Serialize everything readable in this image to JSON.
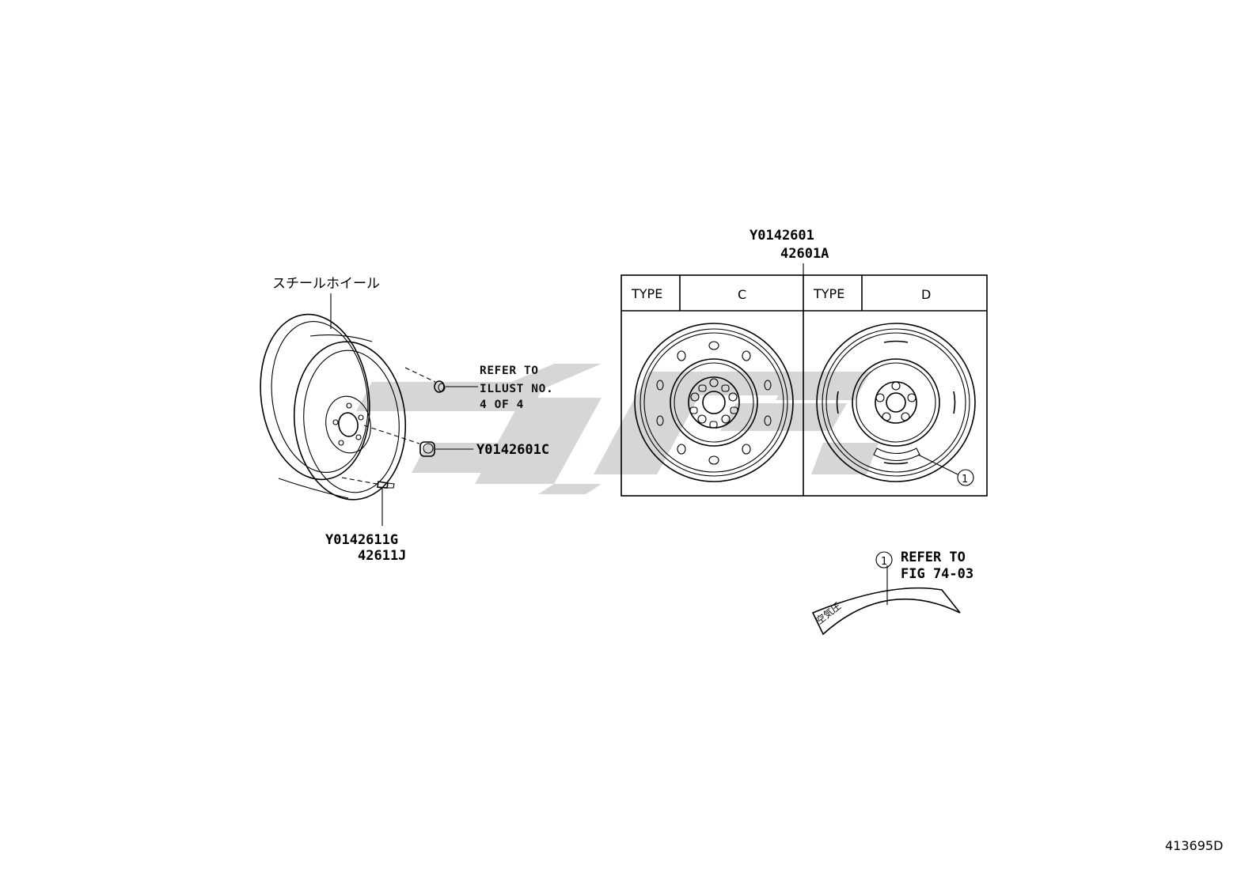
{
  "wheel_label_jp": "スチールホイール",
  "refer_illust": {
    "line1": "REFER TO",
    "line2": "ILLUST NO.",
    "line3": "4 OF 4"
  },
  "nut_part": "Y0142601C",
  "valve_parts": {
    "line1": "Y0142611G",
    "line2": "42611J"
  },
  "wheel_parts": {
    "line1": "Y0142601",
    "line2": "42601A"
  },
  "type_table": {
    "col1_label": "TYPE",
    "col1_value": "C",
    "col2_label": "TYPE",
    "col2_value": "D"
  },
  "callout_number": "1",
  "refer_fig": {
    "line1": "REFER TO",
    "line2": "FIG 74-03"
  },
  "label_jp": "空気圧",
  "figure_number": "413695D"
}
